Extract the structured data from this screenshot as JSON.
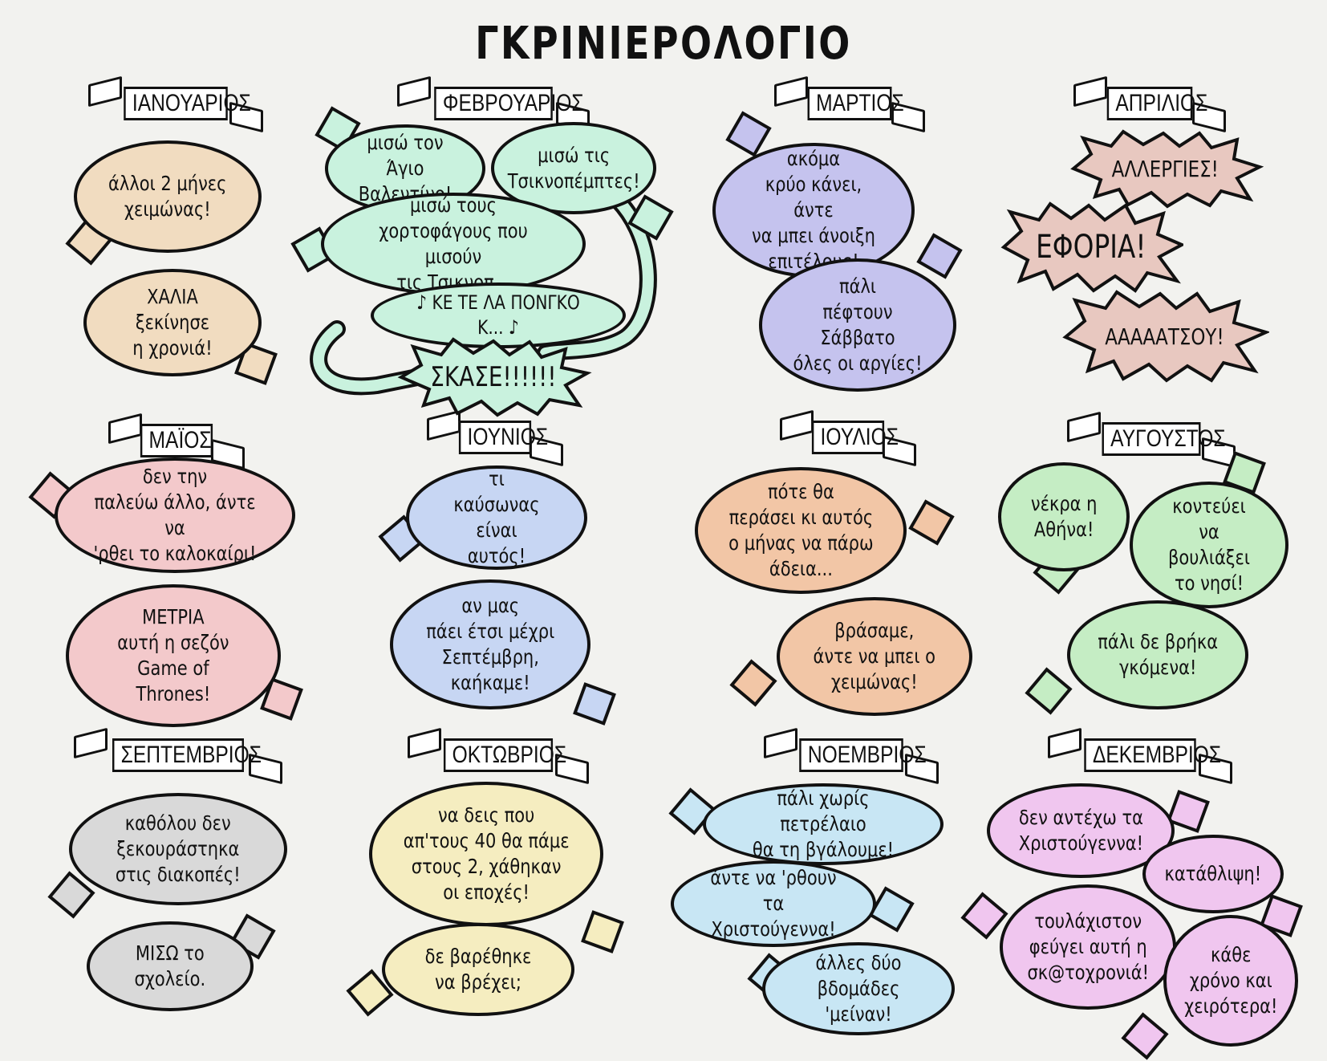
{
  "title": "ΓΚΡΙΝΙΕΡΟΛΟΓΙΟ",
  "colors": {
    "peach": "#f1dcc0",
    "mint": "#c9f2de",
    "lavender": "#c5c3ee",
    "rose": "#e8c8c0",
    "pink": "#f3c9cb",
    "blue": "#c7d6f3",
    "orange": "#f2c6a6",
    "green": "#c5edc4",
    "grey": "#d9d9d9",
    "yellow": "#f5edc0",
    "sky": "#c8e6f4",
    "magenta": "#f0c6ef"
  },
  "months": {
    "jan": "ΙΑΝΟΥΑΡΙΟΣ",
    "feb": "ΦΕΒΡΟΥΑΡΙΟΣ",
    "mar": "ΜΑΡΤΙΟΣ",
    "apr": "ΑΠΡΙΛΙΟΣ",
    "may": "ΜΑΪΟΣ",
    "jun": "ΙΟΥΝΙΟΣ",
    "jul": "ΙΟΥΛΙΟΣ",
    "aug": "ΑΥΓΟΥΣΤΟΣ",
    "sep": "ΣΕΠΤΕΜΒΡΙΟΣ",
    "oct": "ΟΚΤΩΒΡΙΟΣ",
    "nov": "ΝΟΕΜΒΡΙΟΣ",
    "dec": "ΔΕΚΕΜΒΡΙΟΣ"
  },
  "bubbles": {
    "jan1": "άλλοι 2 μήνες\nχειμώνας!",
    "jan2": "ΧΑΛΙΑ ξεκίνησε\nη χρονιά!",
    "feb1": "μισώ τον Άγιο\nΒαλεντίνο!",
    "feb2": "μισώ τις\nΤσικνοπέμπτες!",
    "feb3": "μισώ τους\nχορτοφάγους που μισούν\nτις Τσικνοπ...",
    "feb4": "♪ ΚΕ ΤΕ ΛΑ ΠΟΝΓΚΟ Κ... ♪",
    "feb5": "ΣΚΑΣΕ!!!!!!",
    "mar1": "ακόμα\nκρύο κάνει, άντε\nνα μπει άνοιξη\nεπιτέλους!",
    "mar2": "πάλι\nπέφτουν Σάββατο\nόλες οι αργίες!",
    "apr1": "ΑΛΛΕΡΓΙΕΣ!",
    "apr2": "ΕΦΟΡΙΑ!",
    "apr3": "ΑΑΑΑΑΤΣΟΥ!",
    "may1": "δεν την\nπαλεύω άλλο, άντε να\n'ρθει το καλοκαίρι!",
    "may2": "ΜΕΤΡΙΑ\nαυτή η σεζόν\nGame of\nThrones!",
    "jun1": "τι\nκαύσωνας είναι\nαυτός!",
    "jun2": "αν μας\nπάει έτσι μέχρι\nΣεπτέμβρη,\nκαήκαμε!",
    "jul1": "πότε θα\nπεράσει κι αυτός\nο μήνας να πάρω\nάδεια...",
    "jul2": "βράσαμε,\nάντε να μπει ο\nχειμώνας!",
    "aug1": "νέκρα η\nΑθήνα!",
    "aug2": "κοντεύει\nνα βουλιάξει\nτο νησί!",
    "aug3": "πάλι δε βρήκα\nγκόμενα!",
    "sep1": "καθόλου δεν\nξεκουράστηκα\nστις διακοπές!",
    "sep2": "ΜΙΣΩ το\nσχολείο.",
    "oct1": "να δεις που\nαπ'τους 40 θα πάμε\nστους 2, χάθηκαν\nοι εποχές!",
    "oct2": "δε βαρέθηκε\nνα βρέχει;",
    "nov1": "πάλι χωρίς πετρέλαιο\nθα τη βγάλουμε!",
    "nov2": "άντε να 'ρθουν\nτα Χριστούγεννα!",
    "nov3": "άλλες δύο\nβδομάδες 'μείναν!",
    "dec1": "δεν αντέχω τα\nΧριστούγεννα!",
    "dec2": "κατάθλιψη!",
    "dec3": "τουλάχιστον\nφεύγει αυτή η\nσκ@τοχρονιά!",
    "dec4": "κάθε\nχρόνο και\nχειρότερα!"
  }
}
